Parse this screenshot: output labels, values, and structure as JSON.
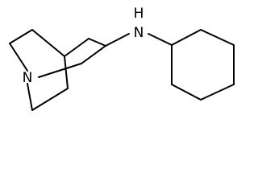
{
  "molecule": {
    "atoms": {
      "bridgehead_nitrogen": "N",
      "amine": "N",
      "amine_hydrogen": "H"
    },
    "colors": {
      "bond": "#000000",
      "label": "#000000",
      "background": "#ffffff"
    }
  }
}
